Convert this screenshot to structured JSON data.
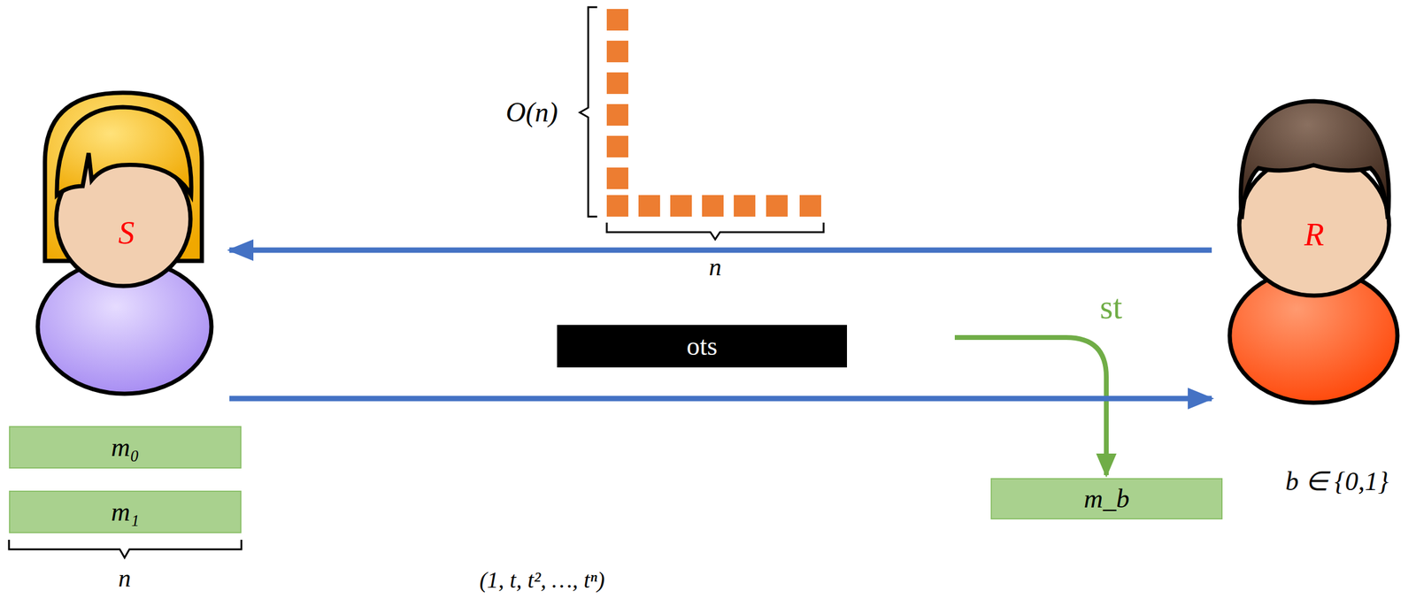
{
  "diagram": {
    "nodes": [
      {
        "text": [
          "S"
        ]
      },
      {
        "text": [
          "m₀"
        ]
      },
      {
        "text": [
          "m₁"
        ]
      },
      {
        "text": [
          "ots"
        ]
      },
      {
        "text": [
          "R"
        ]
      },
      {
        "text": [
          "m_b"
        ]
      }
    ],
    "edges": [
      {
        "from": 4,
        "to": 0,
        "arrow": "to"
      },
      {
        "from": 0,
        "to": 4,
        "arrow": "to"
      }
    ],
    "labels": [
      "O(n)",
      "n",
      "st",
      "b ∈ {0,1}",
      "n",
      "(1, t, t², …, tⁿ)"
    ]
  }
}
